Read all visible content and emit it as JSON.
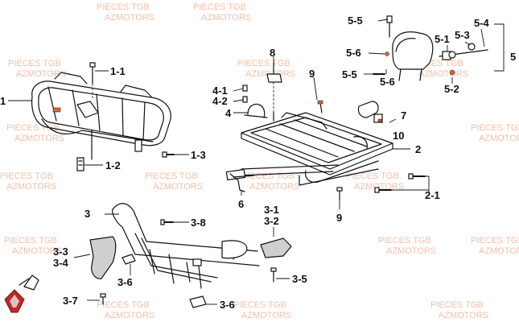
{
  "watermark": {
    "line1": "PIECES TGB",
    "line2": "AZMOTORS",
    "color": "#f2b59a"
  },
  "callouts": {
    "c1": "1",
    "c1_1": "1-1",
    "c1_2": "1-2",
    "c1_3": "1-3",
    "c2": "2",
    "c2_1": "2-1",
    "c3": "3",
    "c3_1": "3-1",
    "c3_2": "3-2",
    "c3_3": "3-3",
    "c3_4": "3-4",
    "c3_5": "3-5",
    "c3_6a": "3-6",
    "c3_6b": "3-6",
    "c3_7": "3-7",
    "c3_8": "3-8",
    "c4_1": "4-1",
    "c4_2": "4-2",
    "c4": "4",
    "c5": "5",
    "c5_1": "5-1",
    "c5_2": "5-2",
    "c5_3": "5-3",
    "c5_4": "5-4",
    "c5_5a": "5-5",
    "c5_5b": "5-5",
    "c5_6a": "5-6",
    "c5_6b": "5-6",
    "c6": "6",
    "c7": "7",
    "c8": "8",
    "c9a": "9",
    "c9b": "9",
    "c10": "10"
  },
  "colors": {
    "line": "#111111",
    "accent": "#e0603a",
    "logo": "#c0282a"
  }
}
